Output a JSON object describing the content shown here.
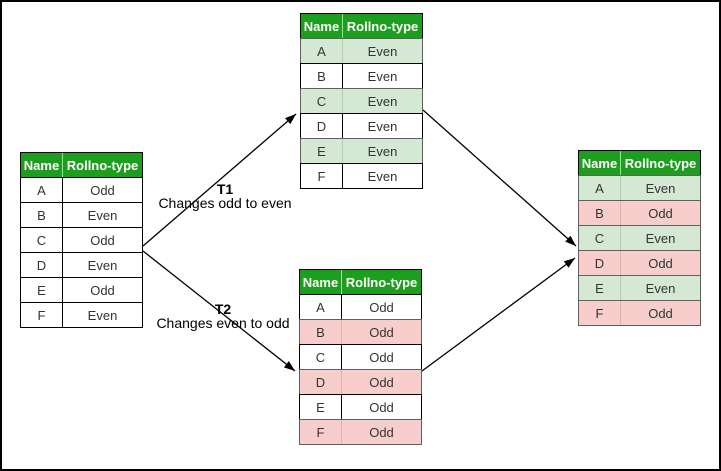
{
  "diagram": {
    "title_hint": "Transaction schedule result diagram",
    "columns": [
      "Name",
      "Rollno-type"
    ],
    "colors": {
      "header_green": "#1e9e1e",
      "row_green": "#d5e8d4",
      "row_pink": "#f8cecc",
      "row_white": "#ffffff",
      "arrow_black": "#000000",
      "header_text": "#ffffff"
    },
    "tables": {
      "initial": {
        "rows": [
          {
            "name": "A",
            "value": "Odd",
            "highlight": "white"
          },
          {
            "name": "B",
            "value": "Even",
            "highlight": "white"
          },
          {
            "name": "C",
            "value": "Odd",
            "highlight": "white"
          },
          {
            "name": "D",
            "value": "Even",
            "highlight": "white"
          },
          {
            "name": "E",
            "value": "Odd",
            "highlight": "white"
          },
          {
            "name": "F",
            "value": "Even",
            "highlight": "white"
          }
        ]
      },
      "t1_result": {
        "rows": [
          {
            "name": "A",
            "value": "Even",
            "highlight": "green"
          },
          {
            "name": "B",
            "value": "Even",
            "highlight": "white"
          },
          {
            "name": "C",
            "value": "Even",
            "highlight": "green"
          },
          {
            "name": "D",
            "value": "Even",
            "highlight": "white"
          },
          {
            "name": "E",
            "value": "Even",
            "highlight": "green"
          },
          {
            "name": "F",
            "value": "Even",
            "highlight": "white"
          }
        ]
      },
      "t2_result": {
        "rows": [
          {
            "name": "A",
            "value": "Odd",
            "highlight": "white"
          },
          {
            "name": "B",
            "value": "Odd",
            "highlight": "pink"
          },
          {
            "name": "C",
            "value": "Odd",
            "highlight": "white"
          },
          {
            "name": "D",
            "value": "Odd",
            "highlight": "pink"
          },
          {
            "name": "E",
            "value": "Odd",
            "highlight": "white"
          },
          {
            "name": "F",
            "value": "Odd",
            "highlight": "pink"
          }
        ]
      },
      "final": {
        "rows": [
          {
            "name": "A",
            "value": "Even",
            "highlight": "green"
          },
          {
            "name": "B",
            "value": "Odd",
            "highlight": "pink"
          },
          {
            "name": "C",
            "value": "Even",
            "highlight": "green"
          },
          {
            "name": "D",
            "value": "Odd",
            "highlight": "pink"
          },
          {
            "name": "E",
            "value": "Even",
            "highlight": "green"
          },
          {
            "name": "F",
            "value": "Odd",
            "highlight": "pink"
          }
        ]
      }
    },
    "transitions": {
      "t1": {
        "label": "T1",
        "description": "Changes odd to even"
      },
      "t2": {
        "label": "T2",
        "description": "Changes even to odd"
      }
    }
  }
}
